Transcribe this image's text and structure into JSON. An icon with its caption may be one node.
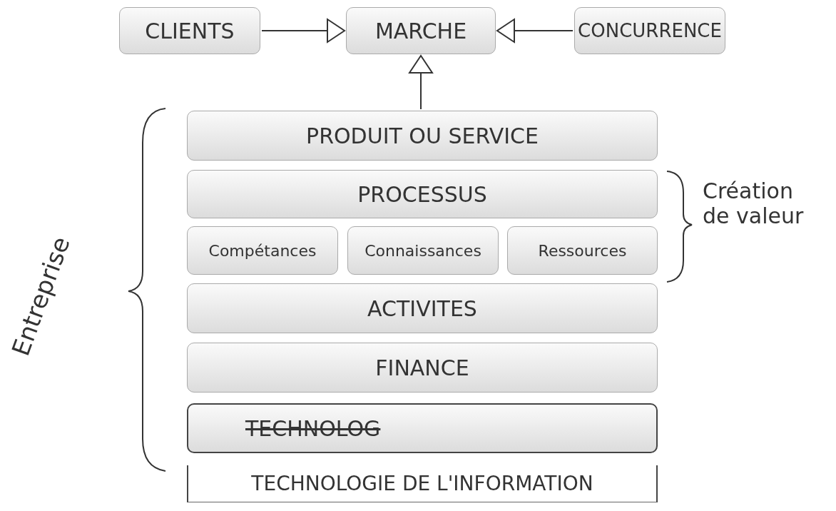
{
  "diagram": {
    "nodes": [
      {
        "text": [
          "CLIENTS"
        ]
      },
      {
        "text": [
          "MARCHE"
        ]
      },
      {
        "text": [
          "CONCURRENCE"
        ]
      },
      {
        "text": [
          "PRODUIT OU SERVICE"
        ]
      },
      {
        "text": [
          "PROCESSUS"
        ]
      },
      {
        "text": [
          "Compétances"
        ]
      },
      {
        "text": [
          "Connaissances"
        ]
      },
      {
        "text": [
          "Ressources"
        ]
      },
      {
        "text": [
          "ACTIVITES"
        ]
      },
      {
        "text": [
          "FINANCE"
        ]
      },
      {
        "text": [
          "TECHNOLOG"
        ]
      },
      {
        "text": [
          "TECHNOLOGIE DE L'INFORMATION"
        ]
      }
    ],
    "edges": [
      {
        "from": 0,
        "to": 1,
        "arrow": "to"
      },
      {
        "from": 2,
        "to": 1,
        "arrow": "to"
      },
      {
        "from": 3,
        "to": 1,
        "arrow": "to"
      }
    ],
    "labels": [
      "Entreprise",
      "Création de valeur"
    ]
  }
}
